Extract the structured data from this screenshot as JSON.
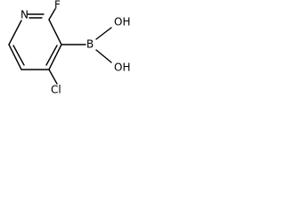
{
  "molecule": {
    "atoms": {
      "nitrogen": "N",
      "fluorine": "F",
      "boron": "B",
      "chlorine": "Cl",
      "hydroxyl_upper": "OH",
      "hydroxyl_lower": "OH"
    }
  }
}
